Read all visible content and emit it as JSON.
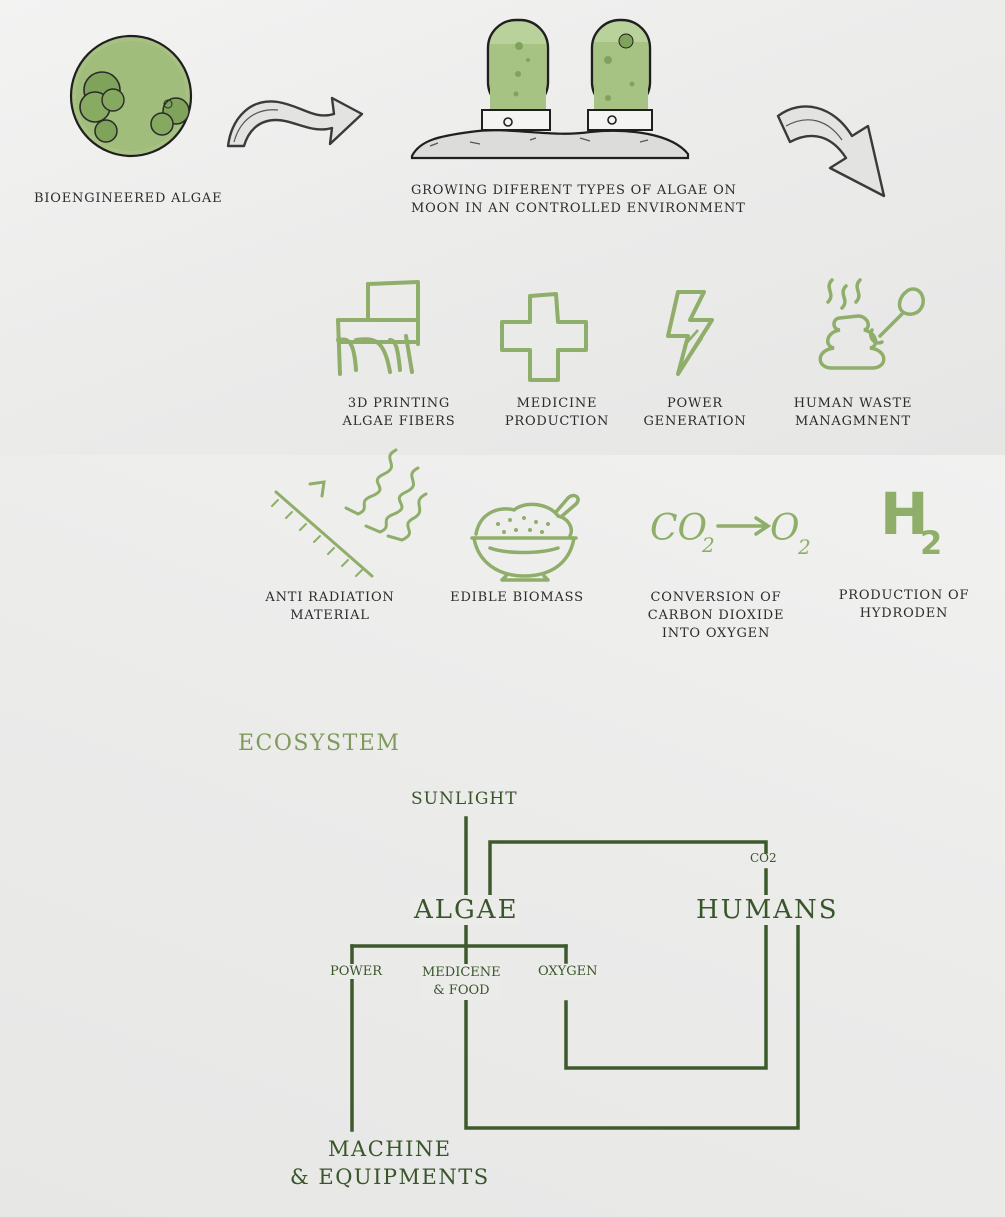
{
  "top": {
    "algae_caption": "BIOENGINEERED ALGAE",
    "growing_caption": [
      "GROWING DIFERENT TYPES OF ALGAE  ON",
      "MOON IN AN CONTROLLED ENVIRONMENT"
    ]
  },
  "applications": [
    {
      "icon": "chair-icon",
      "lines": [
        "3D PRINTING",
        "ALGAE FIBERS"
      ]
    },
    {
      "icon": "medical-cross-icon",
      "lines": [
        "MEDICINE",
        "PRODUCTION"
      ]
    },
    {
      "icon": "lightning-bolt-icon",
      "lines": [
        "POWER",
        "GENERATION"
      ]
    },
    {
      "icon": "waste-plunger-icon",
      "lines": [
        "HUMAN WASTE",
        "MANAGMNENT"
      ]
    },
    {
      "icon": "radiation-shield-icon",
      "lines": [
        "ANTI RADIATION",
        "MATERIAL"
      ]
    },
    {
      "icon": "food-bowl-icon",
      "lines": [
        "EDIBLE BIOMASS"
      ]
    },
    {
      "icon": "co2-to-o2-icon",
      "lines": [
        "CONVERSION OF",
        "CARBON DIOXIDE",
        "INTO OXYGEN"
      ]
    },
    {
      "icon": "hydrogen-h2-icon",
      "lines": [
        "PRODUCTION OF",
        "HYDRODEN"
      ]
    }
  ],
  "glyphs": {
    "co2_text": "CO",
    "o2_text": "O",
    "subscript_2": "2",
    "h2_text": "H"
  },
  "ecosystem": {
    "title": "ECOSYSTEM",
    "sunlight": "SUNLIGHT",
    "algae": "ALGAE",
    "humans": "HUMANS",
    "co2": "CO2",
    "power": "POWER",
    "medicene_food": [
      "MEDICENE",
      "& FOOD"
    ],
    "oxygen": "OXYGEN",
    "machine": [
      "MACHINE",
      "& EQUIPMENTS"
    ]
  },
  "colors": {
    "algae_green": "#8fae6a",
    "line_green": "#3d5a2c",
    "title_green": "#7f9a5c",
    "ink": "#2b2b2b"
  }
}
